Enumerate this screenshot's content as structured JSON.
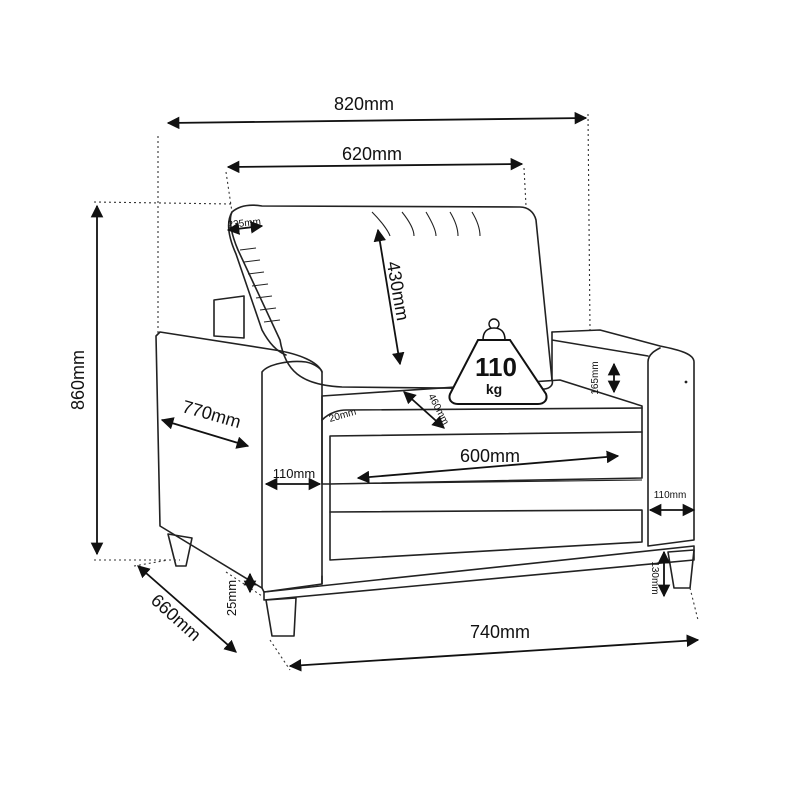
{
  "dimensions": {
    "total_width": "820mm",
    "backrest_width": "620mm",
    "backrest_depth": "235mm",
    "backrest_height": "430mm",
    "total_height": "860mm",
    "arm_length": "770mm",
    "arm_width_left": "110mm",
    "cushion_thickness": "20mm",
    "seat_depth": "460mm",
    "seat_width": "600mm",
    "arm_height": "165mm",
    "arm_width_right": "110mm",
    "leg_height_right": "130mm",
    "leg_height_left": "25mm",
    "total_depth": "660mm",
    "base_width": "740mm"
  },
  "weight_badge": {
    "value": "110",
    "unit": "kg"
  }
}
